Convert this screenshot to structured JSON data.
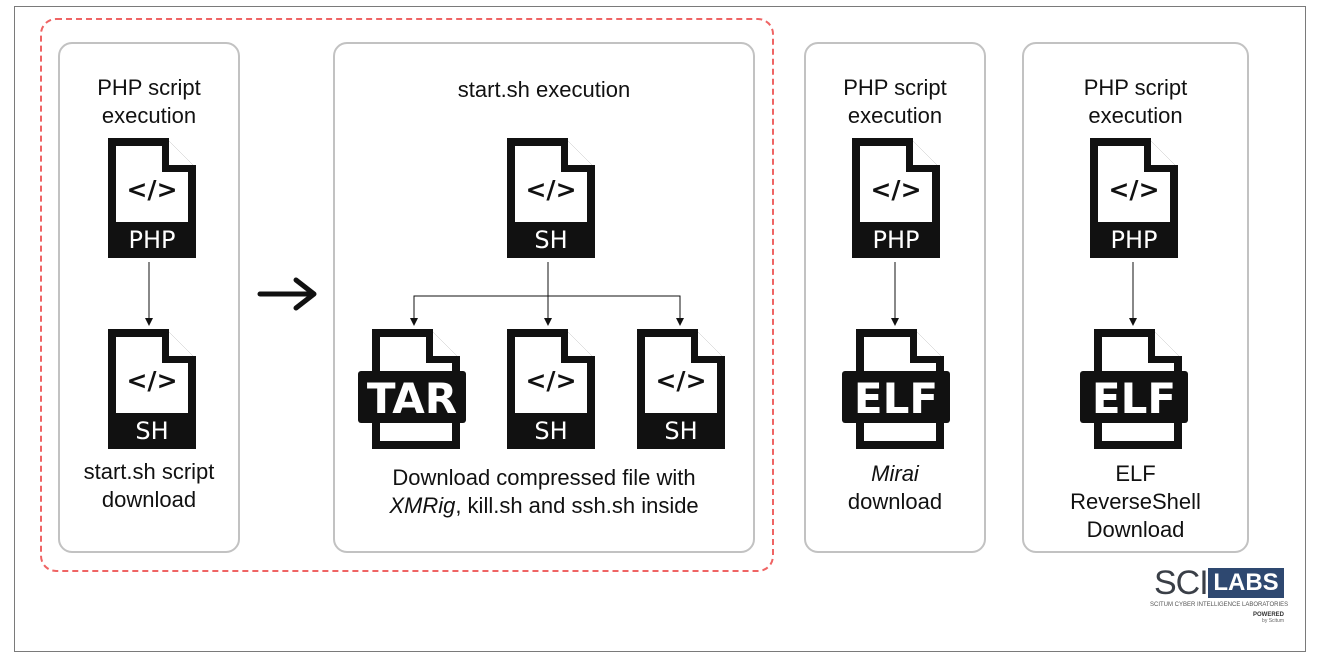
{
  "panels": [
    {
      "top_label": [
        "PHP script",
        "execution"
      ],
      "top_icon": "PHP",
      "bottom_icon": "SH",
      "bottom_label": [
        "start.sh script",
        "download"
      ]
    },
    {
      "top_label": [
        "start.sh execution"
      ],
      "top_icon": "SH",
      "children": [
        "TAR",
        "SH",
        "SH"
      ],
      "bottom_label_line1": "Download compressed file with",
      "bottom_label_line2_italic": "XMRig",
      "bottom_label_line2_rest": ", kill.sh and ssh.sh inside"
    },
    {
      "top_label": [
        "PHP script",
        "execution"
      ],
      "top_icon": "PHP",
      "bottom_icon": "ELF",
      "bottom_label_italic": "Mirai",
      "bottom_label_rest": "download"
    },
    {
      "top_label": [
        "PHP script",
        "execution"
      ],
      "top_icon": "PHP",
      "bottom_icon": "ELF",
      "bottom_label": [
        "ELF",
        "ReverseShell",
        "Download"
      ]
    }
  ],
  "logo": {
    "sci": "SCI",
    "labs": "LABS",
    "subtitle": "SCITUM CYBER INTELLIGENCE LABORATORIES",
    "powered": "POWERED",
    "by": "by Scitum"
  },
  "colors": {
    "dashed_border": "#ef6464",
    "panel_border": "#c2c2c2",
    "icon_fill": "#111111",
    "logo_labs_bg": "#2e4870"
  }
}
